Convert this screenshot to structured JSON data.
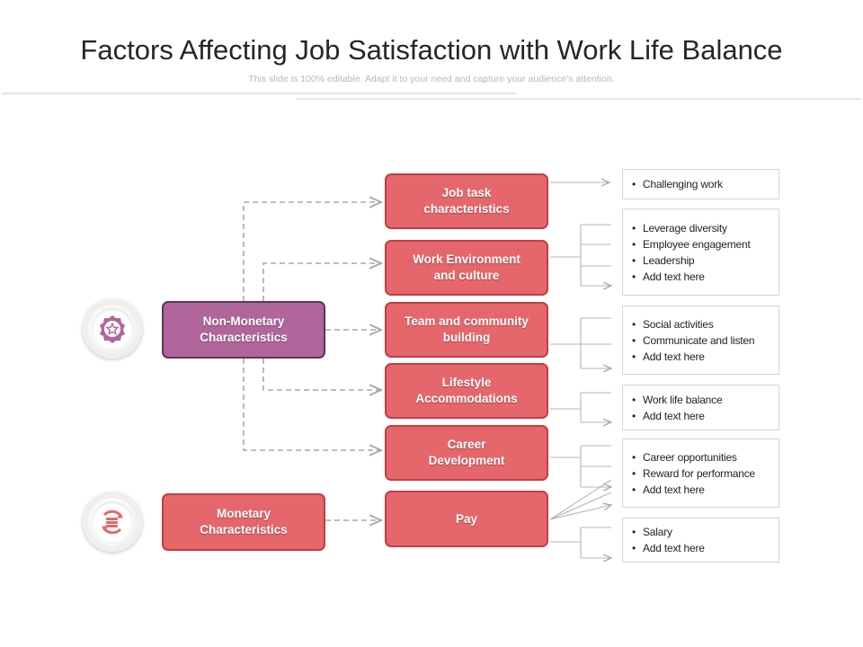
{
  "header": {
    "title": "Factors Affecting Job Satisfaction with Work Life Balance",
    "subtitle": "This slide is 100% editable. Adapt it to your need and capture your audience’s attention."
  },
  "categories": [
    {
      "label": "Non-Monetary\nCharacteristics",
      "icon": "award-ribbon-icon",
      "color": "#b0669a"
    },
    {
      "label": "Monetary\nCharacteristics",
      "icon": "money-exchange-icon",
      "color": "#e5676b"
    }
  ],
  "factors": [
    {
      "label": "Job task\ncharacteristics"
    },
    {
      "label": "Work Environment\nand culture"
    },
    {
      "label": "Team and community\nbuilding"
    },
    {
      "label": "Lifestyle\nAccommodations"
    },
    {
      "label": "Career\nDevelopment"
    },
    {
      "label": "Pay"
    }
  ],
  "details": [
    {
      "items": [
        "Challenging work"
      ]
    },
    {
      "items": [
        "Leverage diversity",
        "Employee engagement",
        "Leadership",
        "Add text here"
      ]
    },
    {
      "items": [
        "Social activities",
        "Communicate and listen",
        "Add text here"
      ]
    },
    {
      "items": [
        "Work life balance",
        "Add text here"
      ]
    },
    {
      "items": [
        "Career opportunities",
        "Reward for performance",
        "Add text here"
      ]
    },
    {
      "items": [
        "Salary",
        "Add text here"
      ]
    }
  ],
  "colors": {
    "factor_fill": "#e5676b",
    "factor_border": "#c33d44",
    "nonmonetary_fill": "#b0669a",
    "connector": "#a8a8a8"
  }
}
